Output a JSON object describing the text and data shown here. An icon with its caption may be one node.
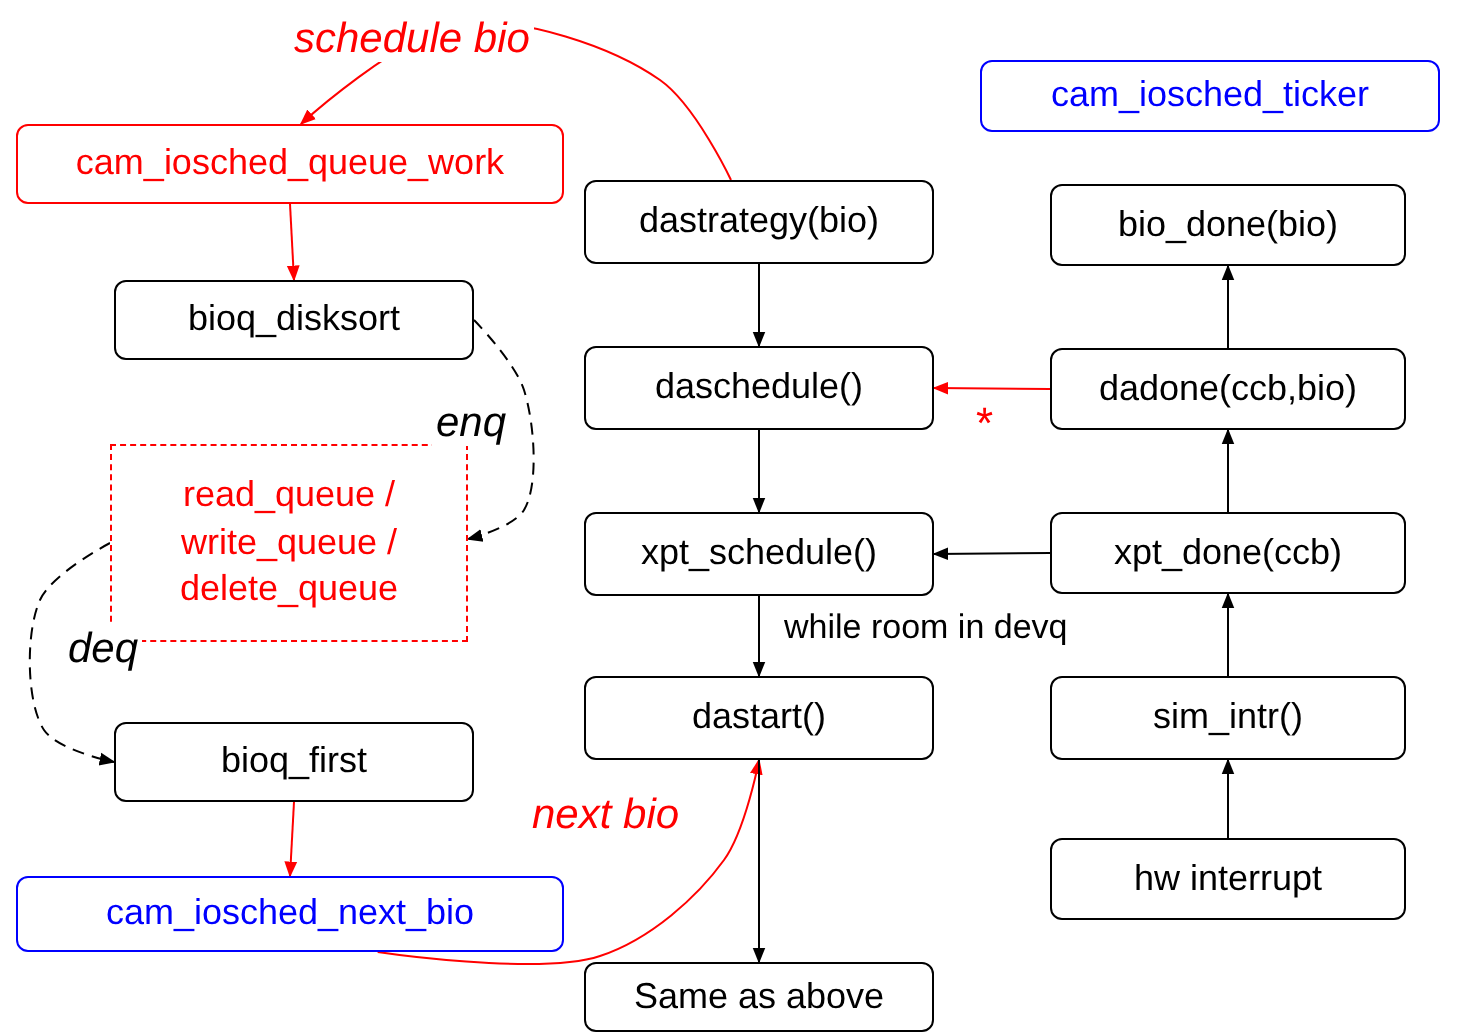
{
  "diagram": {
    "nodes": [
      {
        "text": [
          "cam_iosched_queue_work"
        ]
      },
      {
        "text": [
          "bioq_disksort"
        ]
      },
      {
        "text": [
          "read_queue / write_queue / delete_queue"
        ]
      },
      {
        "text": [
          "bioq_first"
        ]
      },
      {
        "text": [
          "cam_iosched_next_bio"
        ]
      },
      {
        "text": [
          "dastrategy(bio)"
        ]
      },
      {
        "text": [
          "daschedule()"
        ]
      },
      {
        "text": [
          "xpt_schedule()"
        ]
      },
      {
        "text": [
          "dastart()"
        ]
      },
      {
        "text": [
          "Same as above"
        ]
      },
      {
        "text": [
          "cam_iosched_ticker"
        ]
      },
      {
        "text": [
          "bio_done(bio)"
        ]
      },
      {
        "text": [
          "dadone(ccb,bio)"
        ]
      },
      {
        "text": [
          "xpt_done(ccb)"
        ]
      },
      {
        "text": [
          "sim_intr()"
        ]
      },
      {
        "text": [
          "hw interrupt"
        ]
      }
    ],
    "edges": [
      {
        "from": 5,
        "to": 0,
        "arrow": "to",
        "label": "schedule bio",
        "color": "#ff0000"
      },
      {
        "from": 0,
        "to": 1,
        "arrow": "to",
        "color": "#ff0000"
      },
      {
        "from": 1,
        "to": 2,
        "arrow": "to",
        "label": "enq",
        "style": "dashed"
      },
      {
        "from": 2,
        "to": 3,
        "arrow": "to",
        "label": "deq",
        "style": "dashed"
      },
      {
        "from": 3,
        "to": 4,
        "arrow": "to",
        "color": "#ff0000"
      },
      {
        "from": 4,
        "to": 8,
        "arrow": "to",
        "label": "next bio",
        "color": "#ff0000"
      },
      {
        "from": 5,
        "to": 6,
        "arrow": "to"
      },
      {
        "from": 6,
        "to": 7,
        "arrow": "to"
      },
      {
        "from": 7,
        "to": 8,
        "arrow": "to",
        "label": "while room in devq"
      },
      {
        "from": 8,
        "to": 9,
        "arrow": "to"
      },
      {
        "from": 12,
        "to": 6,
        "arrow": "to",
        "label": "*",
        "color": "#ff0000"
      },
      {
        "from": 13,
        "to": 7,
        "arrow": "to"
      },
      {
        "from": 15,
        "to": 14,
        "arrow": "to"
      },
      {
        "from": 14,
        "to": 13,
        "arrow": "to"
      },
      {
        "from": 13,
        "to": 12,
        "arrow": "to"
      },
      {
        "from": 12,
        "to": 11,
        "arrow": "to"
      }
    ]
  }
}
